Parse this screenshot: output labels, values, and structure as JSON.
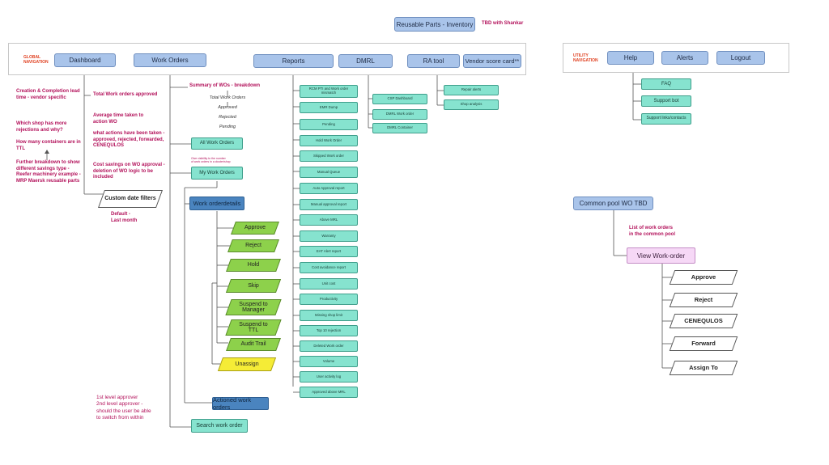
{
  "header": {
    "title": "Reusable Parts - Inventory",
    "tbd": "TBD with Shankar"
  },
  "global_nav": {
    "label": "GLOBAL\nNAVIGATION",
    "items": [
      "Dashboard",
      "Work Orders",
      "Reports",
      "DMRL",
      "RA tool",
      "Vendor score card**"
    ]
  },
  "utility_nav": {
    "label": "UTILITY\nNAVIGATION",
    "items": [
      "Help",
      "Alerts",
      "Logout"
    ]
  },
  "help_items": [
    "FAQ",
    "Support bot",
    "Support links/contacts"
  ],
  "dashboard_notes_left": [
    "Creation & Completion lead time - vendor specific",
    "Which shop has more rejections and why?",
    "How many containers are in TTL",
    "Further breakdown to show different savings type - Reefer machinery example - MRP Maersk reusable parts"
  ],
  "dashboard_notes_right": [
    "Total Work orders approved",
    "Average time taken to action WO",
    "what actions have been taken - approved, rejected, forwarded, CENEQULOS",
    "Cost savings on WO approval - deletion of WO logic to be included"
  ],
  "custom_date": {
    "label": "Custom date filters",
    "default": "Default -\nLast month"
  },
  "wo_summary": {
    "title": "Summary of WOs - breakdown",
    "items": [
      "Total Work Orders",
      "Approved",
      "Rejected",
      "Pending"
    ]
  },
  "work_orders": {
    "all": "All Work Orders",
    "visibility_note": "Give visibility to the number\nof work orders in a cluster/shop",
    "my": "My Work Orders",
    "details": "Work orderdetails",
    "actions": [
      "Approve",
      "Reject",
      "Hold",
      "Skip",
      "Suspend to\nManager",
      "Suspend to\nTTL",
      "Audit Trail",
      "Unassign"
    ],
    "actioned": "Actioned work orders",
    "search": "Search work order"
  },
  "approver_note": "1st level approver\n2nd level approver -\nshould the user be able\nto switch from within",
  "reports": [
    "RCM PTI and Work order\nmismatch",
    "EMR Dump",
    "Pending",
    "Hold Work Order",
    "Skipped Work order",
    "Manual Queue",
    "Auto Approval report",
    "Manual approval report",
    "Above MRL",
    "Warranty",
    "EAT Alert report",
    "Cost avoidance report",
    "Unit cost",
    "Productivity",
    "Missing shop limit",
    "Top 10 rejection",
    "Deleted Work order",
    "Volume",
    "User activity log",
    "Approved above MRL"
  ],
  "dmrl_items": [
    "CSP Dashboard",
    "DMRL Work order",
    "DMRL Container"
  ],
  "ra_items": [
    "Repair alerts",
    "Shop analysis"
  ],
  "common_pool": {
    "title": "Common pool WO TBD",
    "note": "List of work orders\nin the common pool",
    "view": "View Work-order",
    "actions": [
      "Approve",
      "Reject",
      "CENEQULOS",
      "Forward",
      "Assign To"
    ]
  },
  "colors": {
    "nav_blue": "#a9c4ea",
    "teal": "#86e3cf",
    "dark_blue": "#4a84bf",
    "green": "#8dd14b",
    "yellow": "#f5ec36",
    "pink": "#f6d8f6",
    "note_magenta": "#b3125b",
    "nav_label_red": "#e04020"
  }
}
